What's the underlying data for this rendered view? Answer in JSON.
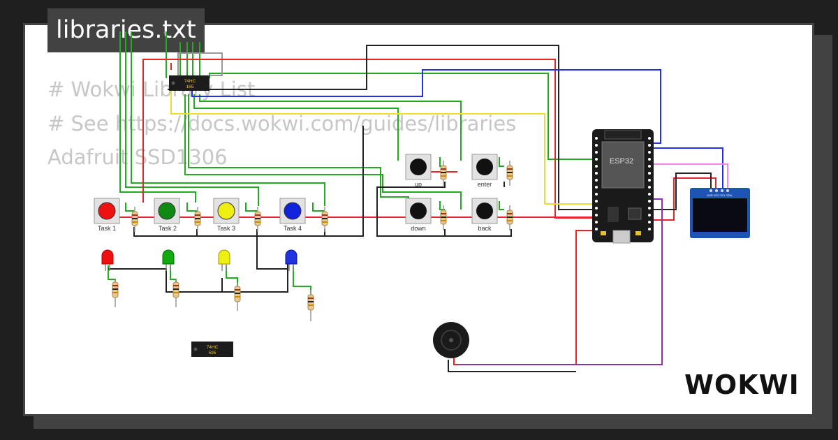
{
  "file": {
    "title": "libraries.txt"
  },
  "code_lines": [
    "# Wokwi Library List",
    "# See https://docs.wokwi.com/guides/libraries",
    "Adafruit SSD1306"
  ],
  "buttons": [
    {
      "label": "Task 1",
      "cap": "#ee1111"
    },
    {
      "label": "Task 2",
      "cap": "#118811"
    },
    {
      "label": "Task 3",
      "cap": "#eeee11"
    },
    {
      "label": "Task 4",
      "cap": "#1122dd"
    }
  ],
  "nav_buttons": [
    {
      "label": "up"
    },
    {
      "label": "enter"
    },
    {
      "label": "down"
    },
    {
      "label": "back"
    }
  ],
  "leds": [
    "#ee1111",
    "#11aa11",
    "#eeee11",
    "#2233dd"
  ],
  "chips": [
    {
      "line1": "74HC",
      "line2": "165"
    },
    {
      "line1": "74HC",
      "line2": "595"
    }
  ],
  "mcu": {
    "label": "ESP32"
  },
  "oled": {
    "pins": "GND VCC SCL SDA"
  },
  "brand": {
    "name": "WOKWI"
  },
  "wire_colors": {
    "red": "#ee2222",
    "green": "#22aa22",
    "black": "#222222",
    "blue": "#2233dd",
    "yellow": "#eedd33",
    "pink": "#ee88ee",
    "purple": "#8833aa",
    "gray": "#999999"
  }
}
